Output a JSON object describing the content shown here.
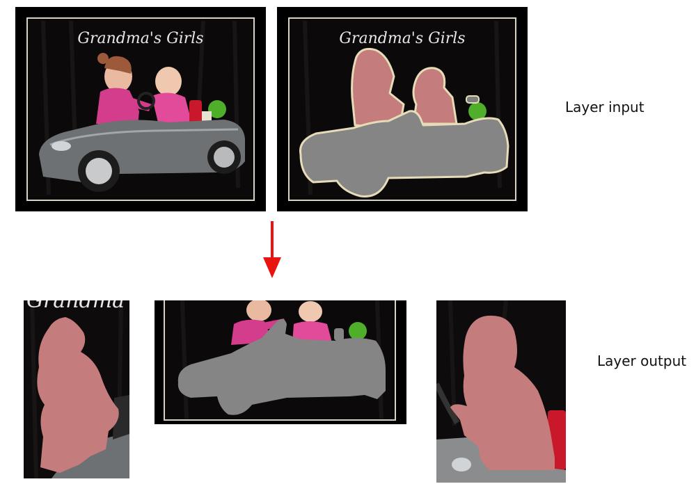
{
  "photo_title": "Grandma's Girls",
  "photo_title_cropped": "Grandma",
  "labels": {
    "input": "Layer input",
    "output": "Layer output"
  },
  "colors": {
    "background": "#ffffff",
    "frame_black": "#000000",
    "frame_line": "#d9d3c4",
    "car_gray": "#858585",
    "person_pink": "#c57c7c",
    "arrow_red": "#e8140f"
  }
}
